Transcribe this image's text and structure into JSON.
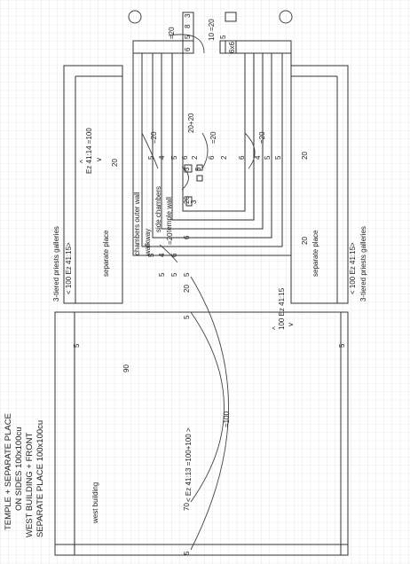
{
  "colors": {
    "grid": "#d9d9d9",
    "line": "#333333",
    "text": "#222222",
    "background": "#ffffff"
  },
  "title_lines": [
    "TEMPLE + SEPARATE PLACE",
    "ON SIDES 100x100cu",
    "WEST BUILDING + FRONT",
    "SEPARATE PLACE 100x100cu"
  ],
  "labels": {
    "galleries": "3-tiered priests galleries",
    "ez_41_15": "< 100 Ez 41:15>",
    "separate_place": "separate place",
    "ez_41_14": "Ez 41:14 =100",
    "ez_41_13": "<  Ez 41:13  =100+100  >",
    "ez_41_15_right": "100 Ez 41:15",
    "west_building": "west building",
    "chambers_outer_wall": "chambers outer wall",
    "walkway": "walkway",
    "side_chambers": "side chambers",
    "temple_wall": "temple wall",
    "eq100": "=100",
    "eq20": "=20",
    "sum20_20": "20+20",
    "ten_eq20": "10 =20",
    "six_x_six": "6x6",
    "caret_up": "^",
    "caret_down": "v"
  },
  "numbers": {
    "n90": "90",
    "n70": "70",
    "n5": "5",
    "n20": "20",
    "n4": "4",
    "n6": "6",
    "n3": "3",
    "n2": "2",
    "n8": "8"
  }
}
